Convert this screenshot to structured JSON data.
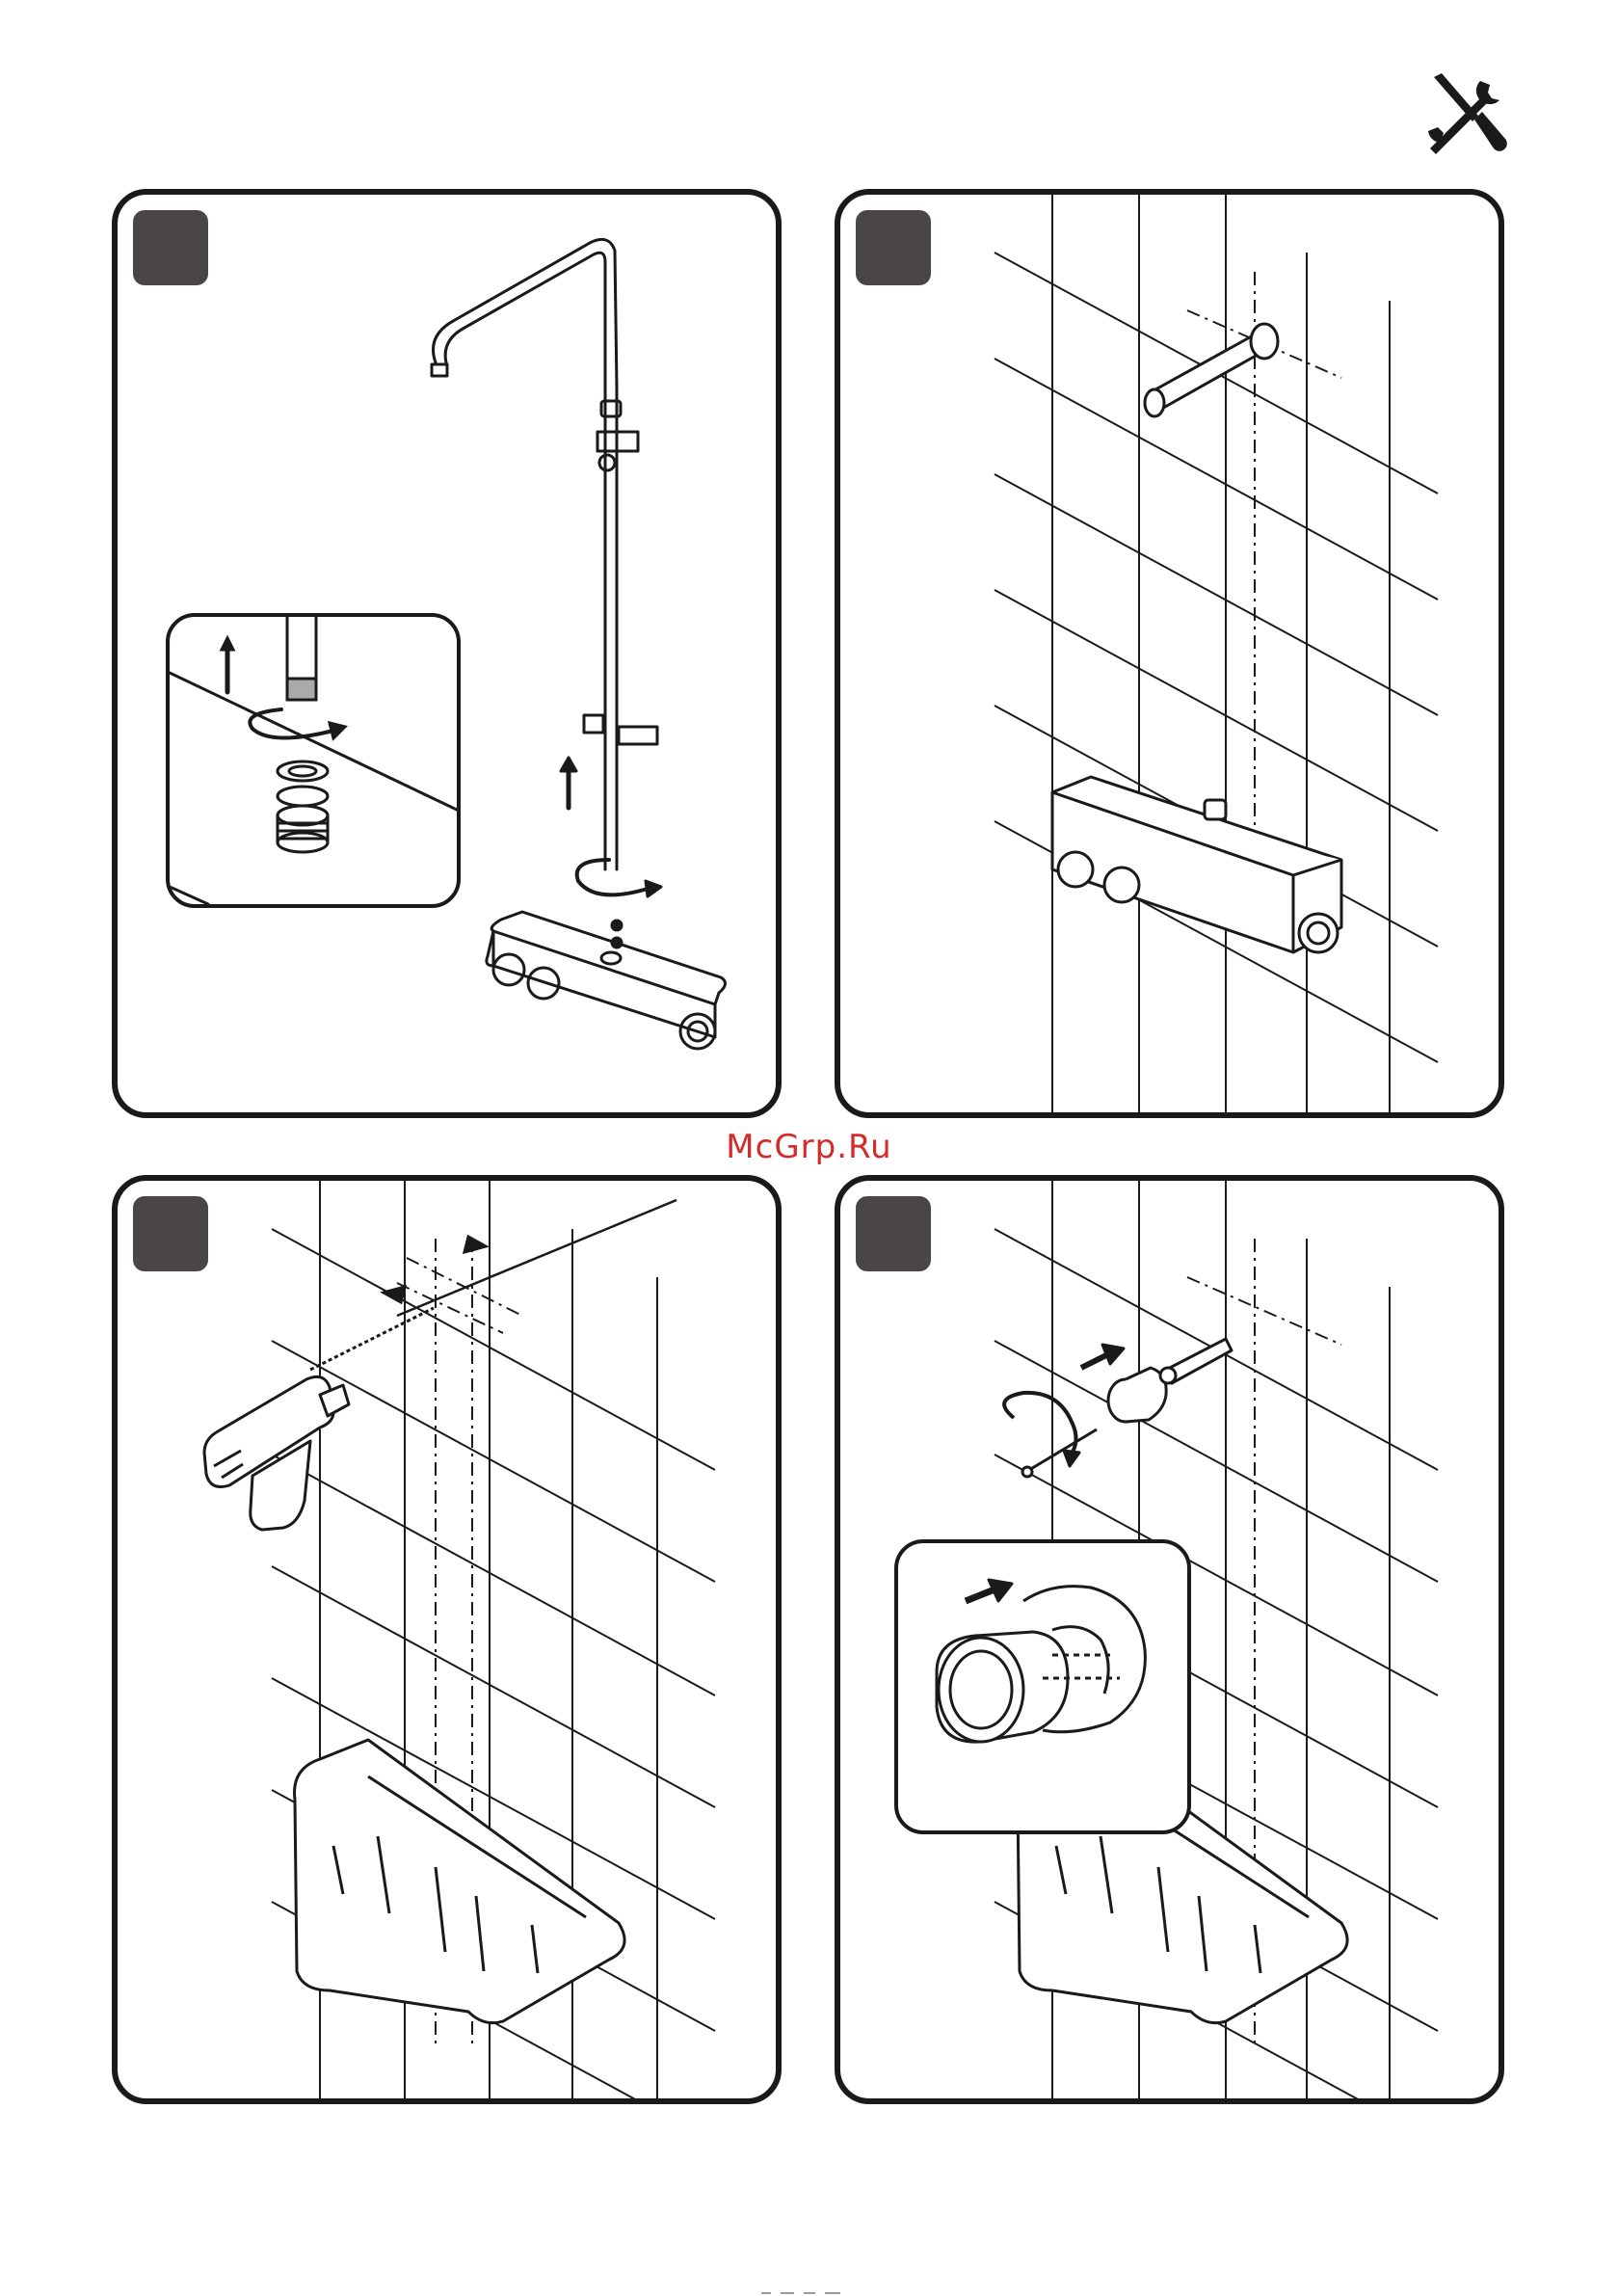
{
  "watermark": {
    "text": "McGrp.Ru",
    "color": "#d52b2b"
  },
  "header": {
    "icon": "wrench-screwdriver-icon"
  },
  "colors": {
    "line": "#1a1a1a",
    "badge": "#4a4547",
    "background": "#ffffff"
  },
  "steps": [
    {
      "id": "step-1",
      "scene": "shower-column-assembly",
      "inset": "threaded-connector-detail"
    },
    {
      "id": "step-2",
      "scene": "wall-bracket-and-thermostat"
    },
    {
      "id": "step-3",
      "scene": "drilling-wall-holes"
    },
    {
      "id": "step-4",
      "scene": "plug-screw-bracket-mounting",
      "inset": "bracket-ring-detail"
    }
  ]
}
